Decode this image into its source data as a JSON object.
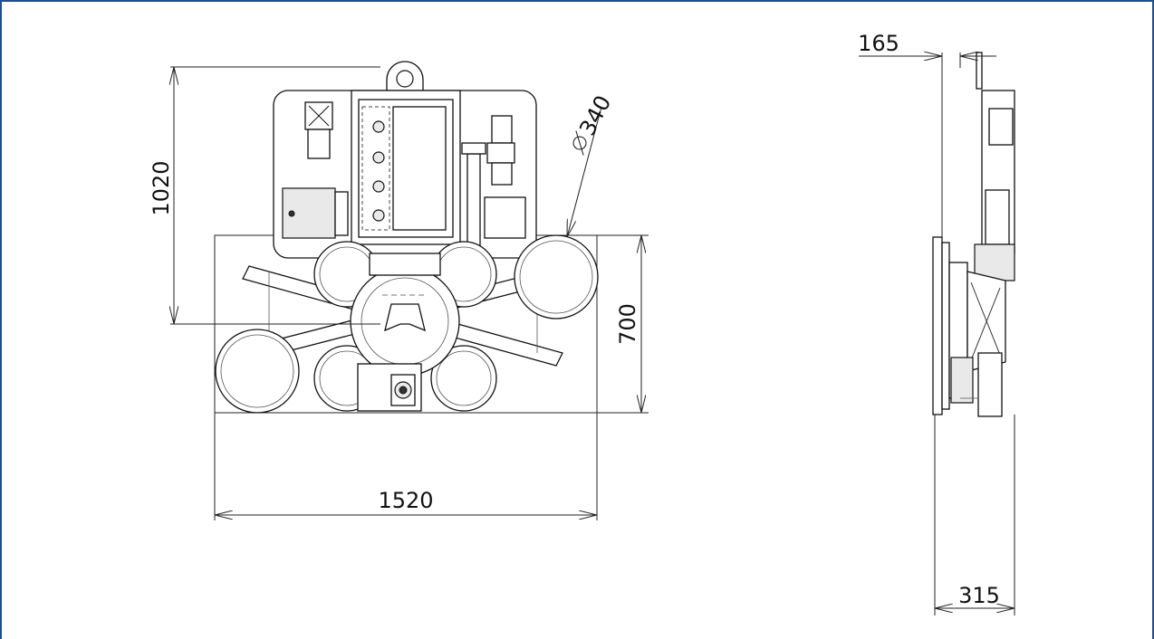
{
  "dimensions": {
    "height_total": "1020",
    "diameter": "340",
    "pad_height": "700",
    "width": "1520",
    "side_offset": "165",
    "side_depth": "315"
  },
  "colors": {
    "frame_border": "#1f4e8c",
    "line": "#222222",
    "background": "#ffffff"
  }
}
